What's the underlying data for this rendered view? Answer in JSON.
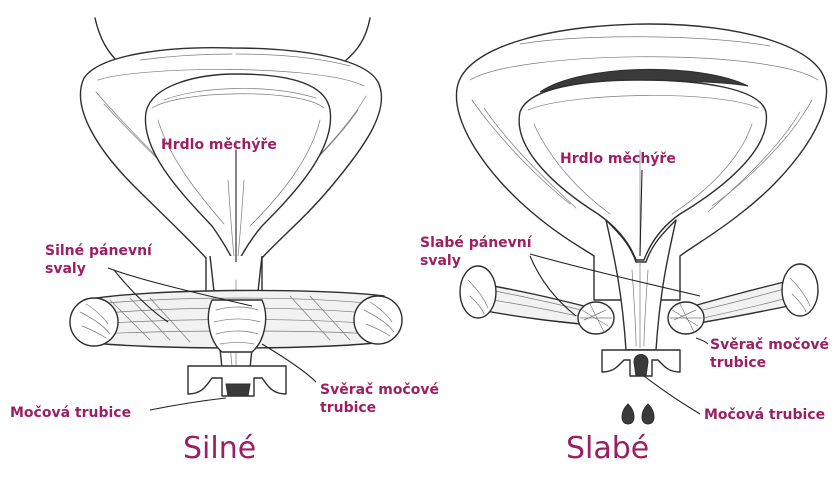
{
  "left_panel": {
    "label_bladder_neck": "Hrdlo měchýře",
    "label_pelvic_line1": "Silné pánevní",
    "label_pelvic_line2": "svaly",
    "label_sphincter_line1": "Svěrač močové",
    "label_sphincter_line2": "trubice",
    "label_urethra": "Močová trubice",
    "caption": "Silné"
  },
  "right_panel": {
    "label_bladder_neck": "Hrdlo měchýře",
    "label_pelvic_line1": "Slabé pánevní",
    "label_pelvic_line2": "svaly",
    "label_sphincter_line1": "Svěrač močové",
    "label_sphincter_line2": "trubice",
    "label_urethra": "Močová trubice",
    "caption": "Slabé"
  },
  "colors": {
    "label": "#9c1f63",
    "line_art": "#2e2e2e"
  }
}
